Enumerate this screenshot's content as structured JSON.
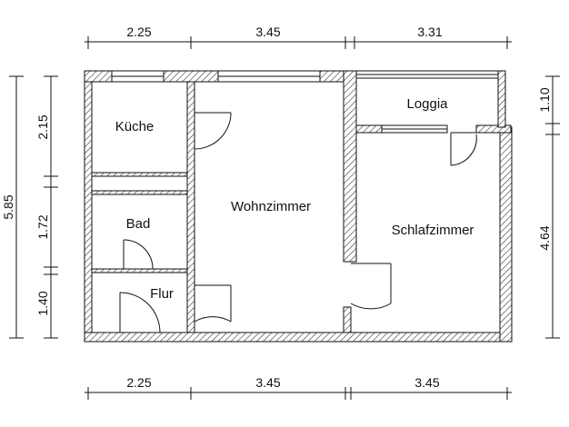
{
  "rooms": {
    "kueche": "Küche",
    "bad": "Bad",
    "flur": "Flur",
    "wohnzimmer": "Wohnzimmer",
    "schlafzimmer": "Schlafzimmer",
    "loggia": "Loggia"
  },
  "dimensions": {
    "top": [
      "2.25",
      "3.45",
      "3.31"
    ],
    "bottom": [
      "2.25",
      "3.45",
      "3.45"
    ],
    "left_total": "5.85",
    "left": [
      "2.15",
      "1.72",
      "1.40"
    ],
    "right": [
      "1.10",
      "4.64"
    ]
  },
  "colors": {
    "line": "#111111",
    "hatch": "#555555"
  }
}
